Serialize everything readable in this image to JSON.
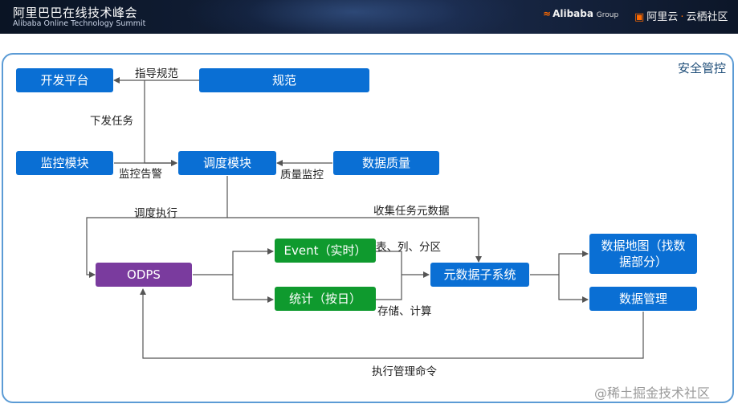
{
  "header": {
    "title": "阿里巴巴在线技术峰会",
    "subtitle": "Alibaba Online Technology Summit",
    "logo_alibaba": "Alibaba",
    "logo_alibaba_group": "Group",
    "logo_aliyun": "阿里云",
    "logo_community": "云栖社区"
  },
  "diagram": {
    "section_label": "安全管控",
    "nodes": {
      "kaifa": "开发平台",
      "guifan": "规范",
      "jiankong": "监控模块",
      "diaodu": "调度模块",
      "shujuzhiliang": "数据质量",
      "odps": "ODPS",
      "event": "Event（实时）",
      "tongji": "统计（按日）",
      "yuanshuju": "元数据子系统",
      "ditu": "数据地图（找数据部分）",
      "guanli": "数据管理"
    },
    "edges": {
      "zhidao": "指导规范",
      "xiafa": "下发任务",
      "jiankong_gaojing": "监控告警",
      "zhiliang_jiankong": "质量监控",
      "diaodu_zhixing": "调度执行",
      "shouji": "收集任务元数据",
      "biao": "表、列、分区",
      "cunchu": "存储、计算",
      "zhixing_mingling": "执行管理命令"
    }
  },
  "watermark": "@稀土掘金技术社区",
  "colors": {
    "node_blue": "#0a6fd4",
    "node_green": "#0f9a2e",
    "node_purple": "#7a3b9e",
    "frame": "#5b9bd5",
    "line": "#555555"
  }
}
